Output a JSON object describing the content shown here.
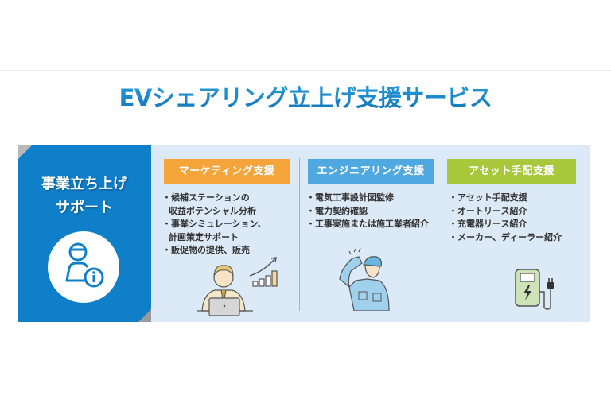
{
  "title": "EVシェアリング立上げ支援サービス",
  "lead": {
    "line1": "事業立ち上げ",
    "line2": "サポート",
    "icon": "person-info-icon",
    "bg_color": "#0f7fca"
  },
  "columns": [
    {
      "heading": "マーケティング支援",
      "color": "#f5a43a",
      "items": [
        {
          "text": "・候補ステーションの",
          "cont": false
        },
        {
          "text": "収益ポテンシャル分析",
          "cont": true
        },
        {
          "text": "・事業シミュレーション、",
          "cont": false
        },
        {
          "text": "計画策定サポート",
          "cont": true
        },
        {
          "text": "・販促物の提供、販売",
          "cont": false
        }
      ],
      "illustration": "businessman-laptop-growth-chart"
    },
    {
      "heading": "エンジニアリング支援",
      "color": "#4fa8e0",
      "items": [
        {
          "text": "・電気工事設計図監修",
          "cont": false
        },
        {
          "text": "・電力契約確認",
          "cont": false
        },
        {
          "text": "・工事実施または施工業者紹介",
          "cont": false
        }
      ],
      "illustration": "worker-saluting"
    },
    {
      "heading": "アセット手配支援",
      "color": "#a6c83a",
      "items": [
        {
          "text": "・アセット手配支援",
          "cont": false
        },
        {
          "text": "・オートリース紹介",
          "cont": false
        },
        {
          "text": "・充電器リース紹介",
          "cont": false
        },
        {
          "text": "・メーカー、ディーラー紹介",
          "cont": false
        }
      ],
      "illustration": "ev-charger"
    }
  ]
}
